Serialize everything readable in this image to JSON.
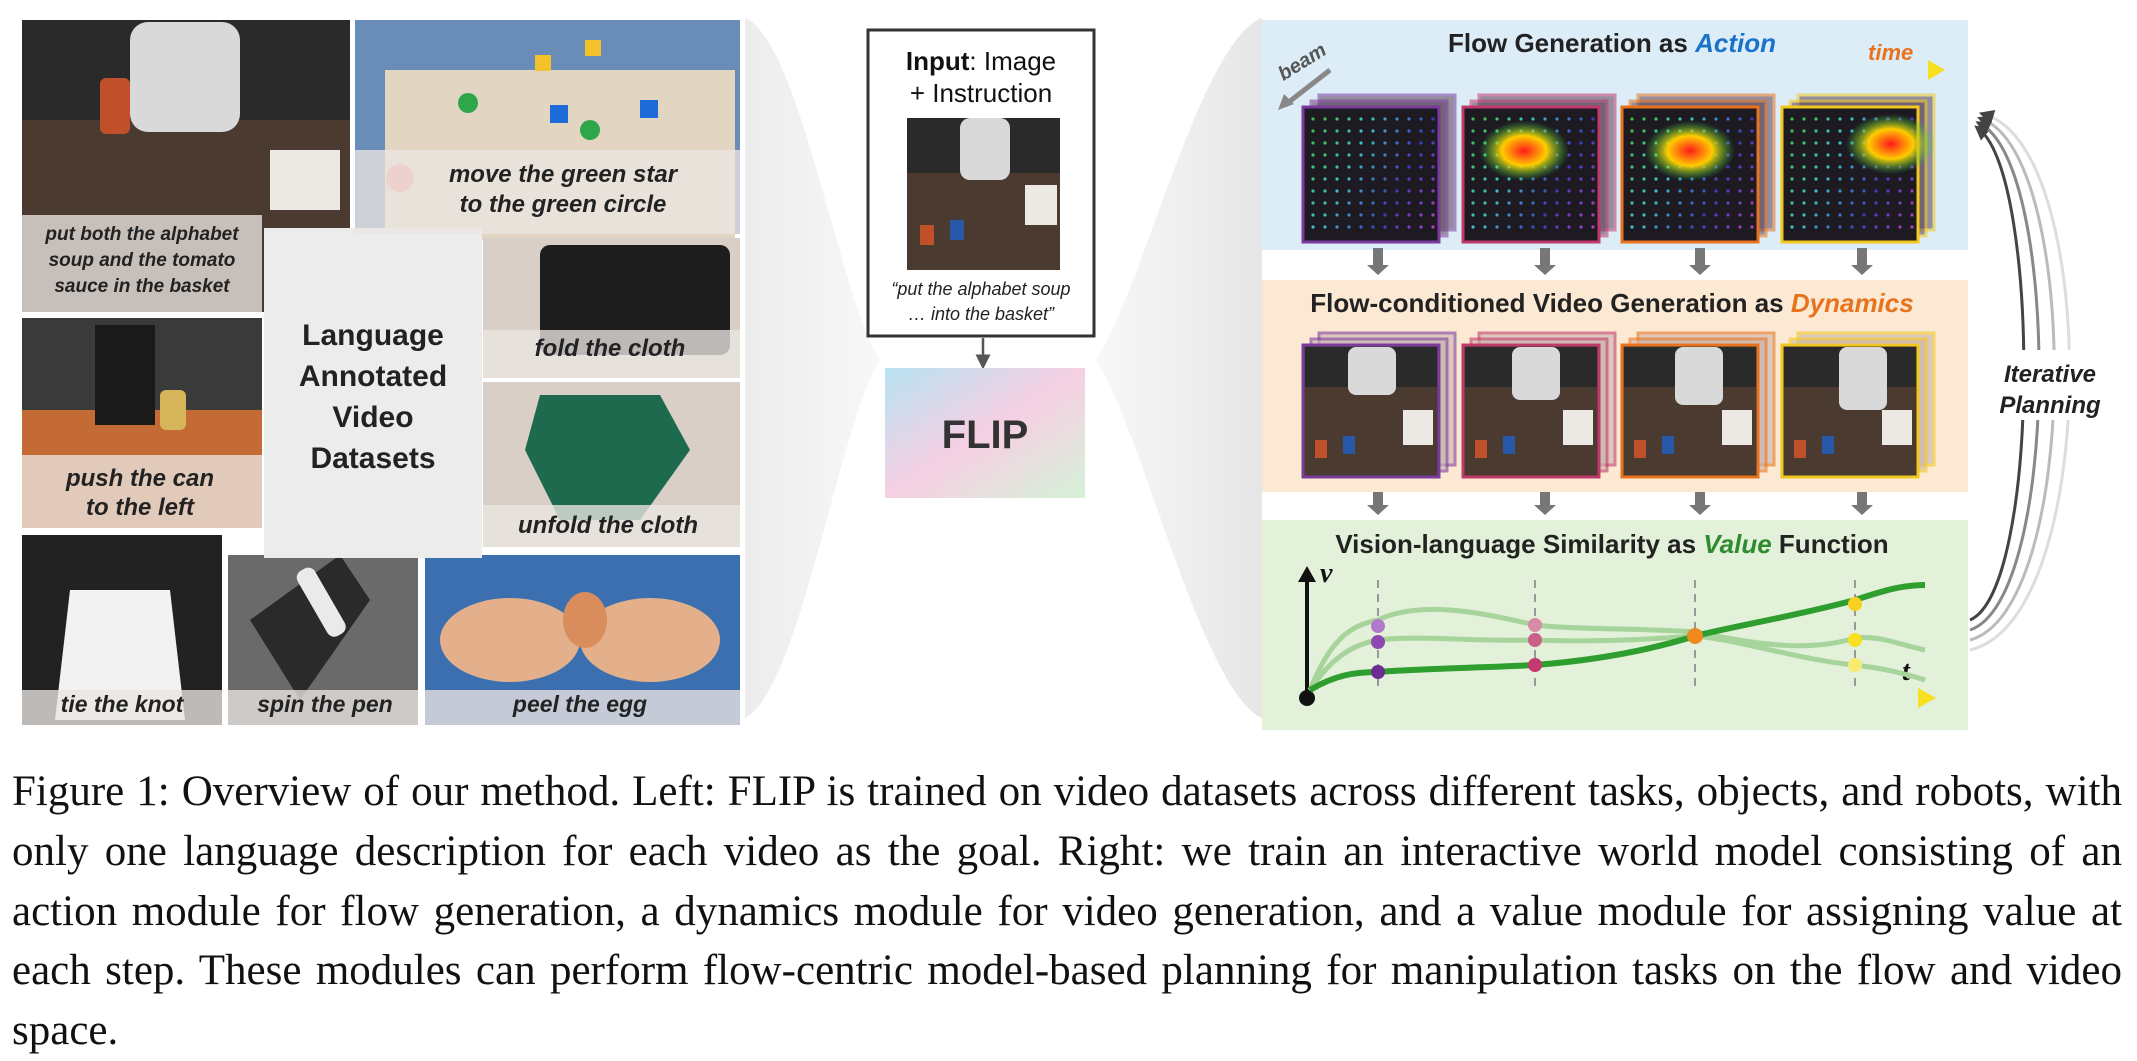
{
  "left": {
    "center_title": [
      "Language",
      "Annotated",
      "Video",
      "Datasets"
    ],
    "tiles": [
      {
        "name": "tile-alphabet-soup",
        "lines": [
          "put both the alphabet",
          "soup and the tomato",
          "sauce in the basket"
        ]
      },
      {
        "name": "tile-green-star",
        "lines": [
          "move the green star",
          "to the green circle"
        ]
      },
      {
        "name": "tile-fold-cloth",
        "lines": [
          "fold the cloth"
        ]
      },
      {
        "name": "tile-push-can",
        "lines": [
          "push the can",
          "to the left"
        ]
      },
      {
        "name": "tile-unfold-cloth",
        "lines": [
          "unfold the cloth"
        ]
      },
      {
        "name": "tile-tie-knot",
        "lines": [
          "tie the knot"
        ]
      },
      {
        "name": "tile-spin-pen",
        "lines": [
          "spin the pen"
        ]
      },
      {
        "name": "tile-peel-egg",
        "lines": [
          "peel the egg"
        ]
      }
    ]
  },
  "middle": {
    "input_bold": "Input",
    "input_rest": ": Image",
    "input_line2": "+ Instruction",
    "instruction_line1": "“put the alphabet soup",
    "instruction_line2": "… into the basket”",
    "model_name": "FLIP"
  },
  "right": {
    "flow": {
      "prefix": "Flow Generation as ",
      "highlight": "Action",
      "highlight_color": "#1a73c8",
      "beam_label": "beam",
      "time_label": "time"
    },
    "dynamics": {
      "prefix": "Flow-conditioned Video Generation as ",
      "highlight": "Dynamics",
      "highlight_color": "#e8731e"
    },
    "value": {
      "prefix": "Vision-language Similarity as ",
      "highlight": "Value",
      "suffix": " Function",
      "highlight_color": "#2e8b2e",
      "v_label": "v",
      "t_label": "t"
    },
    "iterative_label": [
      "Iterative",
      "Planning"
    ]
  },
  "colors": {
    "flow_panel_bg": "#dcedf7",
    "dynamics_panel_bg": "#fbe9d3",
    "value_panel_bg": "#e3f0da",
    "frame_borders": [
      "#7b3b9c",
      "#c0396b",
      "#e8731e",
      "#f0c81e"
    ]
  },
  "caption": "Figure 1: Overview of our method. Left: FLIP is trained on video datasets across different tasks, objects, and robots, with only one language description for each video as the goal. Right: we train an interactive world model consisting of an action module for flow generation, a dynamics module for video generation, and a value module for assigning value at each step. These modules can perform flow-centric model-based planning for manipulation tasks on the flow and video space."
}
